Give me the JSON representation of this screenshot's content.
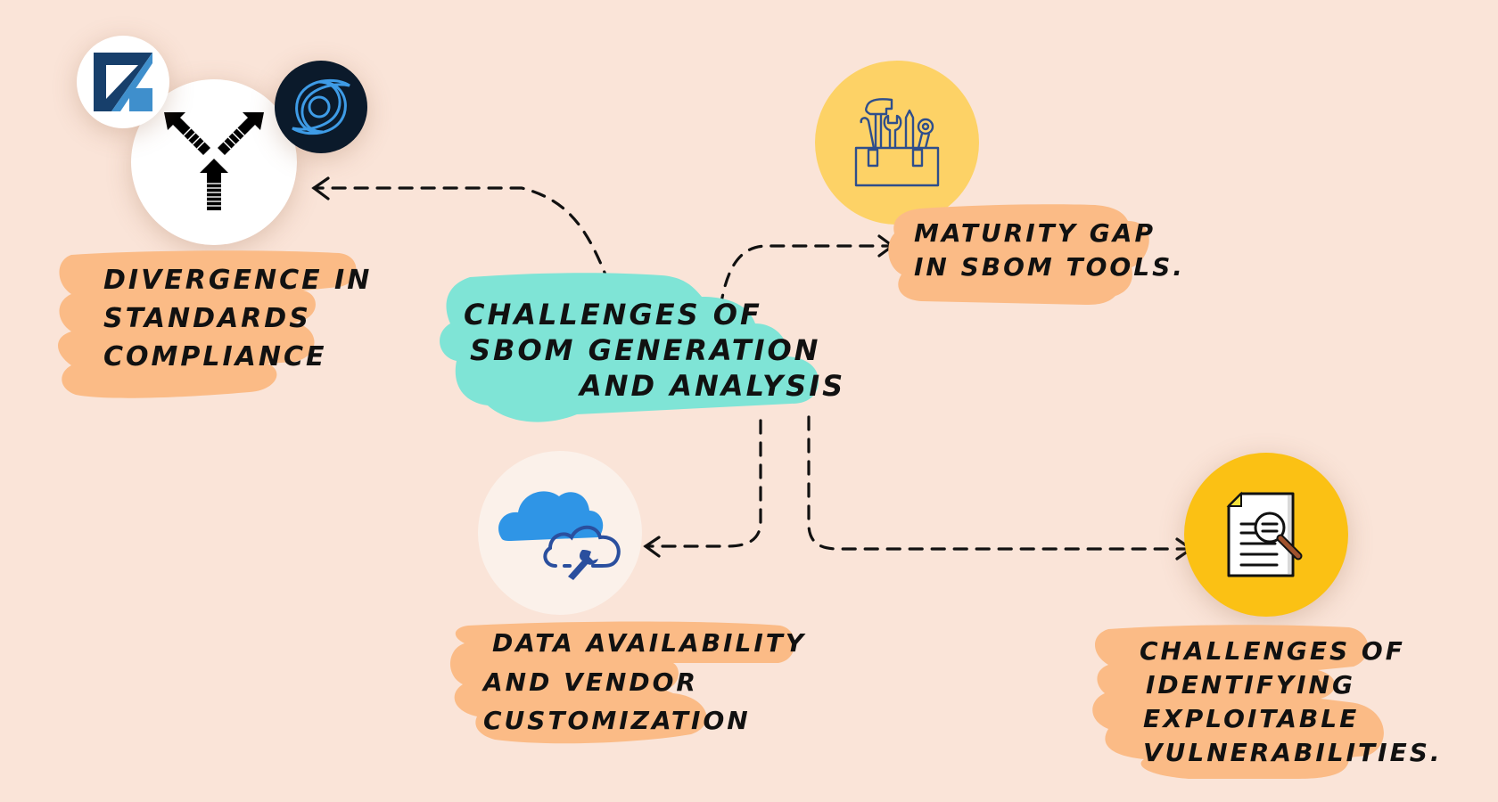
{
  "colors": {
    "background": "#FAE4D8",
    "label_blob": "#FBBB86",
    "center_blob": "#7FE4D6",
    "tools_circle": "#FDD266",
    "vuln_circle": "#FBC114",
    "cloud_circle": "#FBF1EA",
    "icon_stroke": "#2E4E8C",
    "cloud_blue": "#2F95E6"
  },
  "center": {
    "line1": "Challenges of",
    "line2": "SBOM Generation",
    "line3": "and Analysis"
  },
  "nodes": [
    {
      "id": "standards",
      "icon": "diverging-arrows-icon",
      "extra_icons": [
        "blue-square-logo-icon",
        "hurricane-logo-icon"
      ],
      "lines": [
        "Divergence in",
        "Standards",
        "Compliance"
      ]
    },
    {
      "id": "tools",
      "icon": "toolbox-icon",
      "lines": [
        "Maturity gap",
        "in SBOM tools."
      ]
    },
    {
      "id": "data",
      "icon": "cloud-wrench-icon",
      "lines": [
        "Data availability",
        "and vendor",
        "customization"
      ]
    },
    {
      "id": "vulns",
      "icon": "document-search-icon",
      "lines": [
        "Challenges of",
        "identifying",
        "exploitable",
        "vulnerabilities."
      ]
    }
  ]
}
